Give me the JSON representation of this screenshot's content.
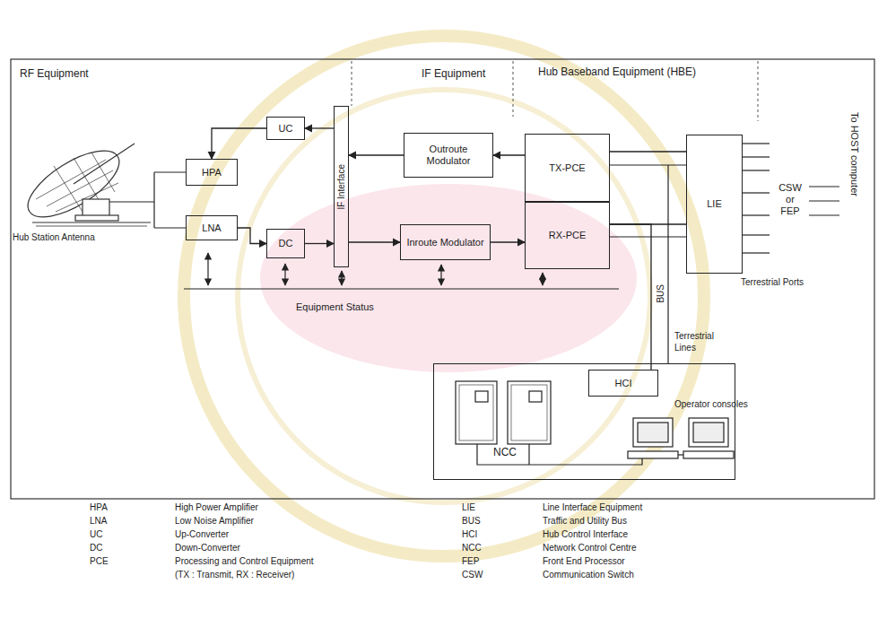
{
  "diagram": {
    "nodes": [
      {
        "text": [
          "HPA"
        ]
      },
      {
        "text": [
          "UC"
        ]
      },
      {
        "text": [
          "IF Interface"
        ]
      },
      {
        "text": [
          "Outroute Modulator"
        ]
      },
      {
        "text": [
          "TX-PCE"
        ]
      },
      {
        "text": [
          "LIE"
        ]
      },
      {
        "text": [
          "LNA"
        ]
      },
      {
        "text": [
          "DC"
        ]
      },
      {
        "text": [
          "Inroute Modulator"
        ]
      },
      {
        "text": [
          "RX-PCE"
        ]
      },
      {
        "text": [
          "NCC"
        ]
      },
      {
        "text": [
          "HCI"
        ],
        "in": 10
      }
    ],
    "edges": [
      {
        "from": 1,
        "to": 0,
        "arrow": "to"
      },
      {
        "from": 2,
        "to": 1,
        "arrow": "to"
      },
      {
        "from": 3,
        "to": 2,
        "arrow": "to"
      },
      {
        "from": 4,
        "to": 3,
        "arrow": "to"
      },
      {
        "from": 4,
        "to": 5,
        "arrow": "none"
      },
      {
        "from": 6,
        "to": 7,
        "arrow": "to"
      },
      {
        "from": 7,
        "to": 2,
        "arrow": "to"
      },
      {
        "from": 2,
        "to": 8,
        "arrow": "to"
      },
      {
        "from": 8,
        "to": 9,
        "arrow": "to"
      },
      {
        "from": 9,
        "to": 5,
        "arrow": "none"
      },
      {
        "from": 11,
        "to": 9,
        "arrow": "none",
        "label": "BUS"
      }
    ],
    "labels": [
      "RF Equipment",
      "IF Equipment",
      "Hub Baseband Equipment (HBE)",
      "Hub Station Antenna",
      "CSW or FEP",
      "To HOST computer",
      "Terrestrial Ports",
      "Equipment Status",
      "Terrestrial Lines",
      "Operator consoles",
      "HPA",
      "High Power Amplifier",
      "LNA",
      "Low Noise Amplifier",
      "UC",
      "Up-Converter",
      "DC",
      "Down-Converter",
      "PCE",
      "Processing and Control Equipment",
      "(TX : Transmit, RX : Receiver)",
      "LIE",
      "Line Interface Equipment",
      "BUS",
      "Traffic and Utility Bus",
      "HCI",
      "Hub Control Interface",
      "NCC",
      "Network Control Centre",
      "FEP",
      "Front End Processor",
      "CSW",
      "Communication Switch"
    ]
  }
}
